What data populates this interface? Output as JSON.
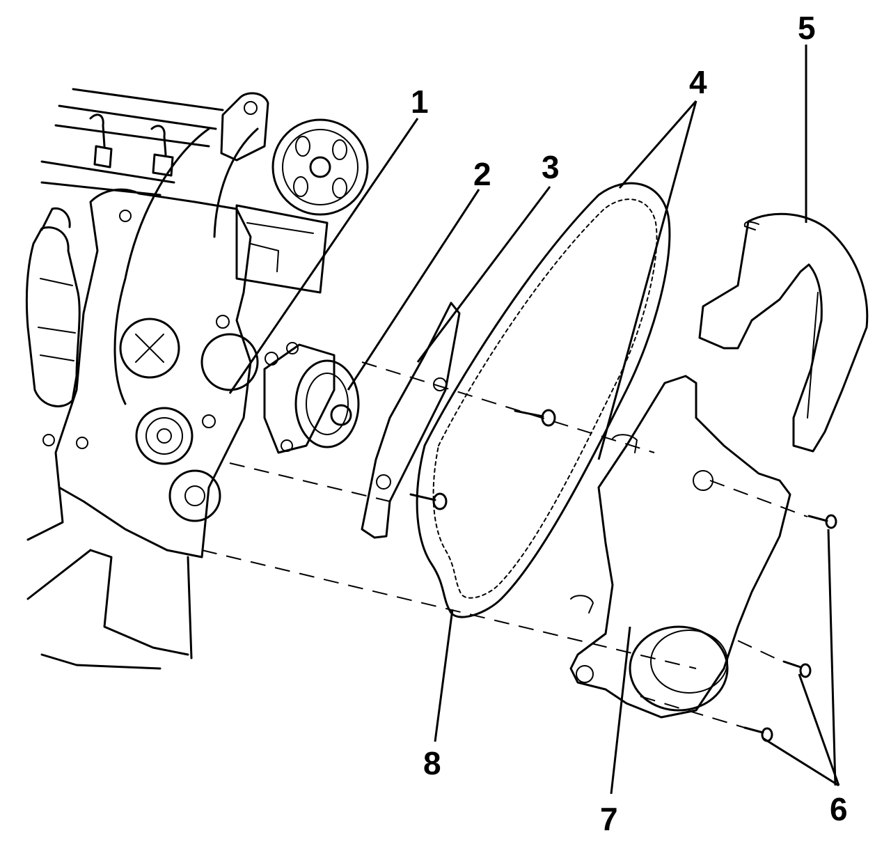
{
  "diagram": {
    "callouts": {
      "c1": "1",
      "c2": "2",
      "c3": "3",
      "c4": "4",
      "c5": "5",
      "c6": "6",
      "c7": "7",
      "c8": "8"
    },
    "colors": {
      "ink": "#000000",
      "paper": "#ffffff"
    }
  }
}
